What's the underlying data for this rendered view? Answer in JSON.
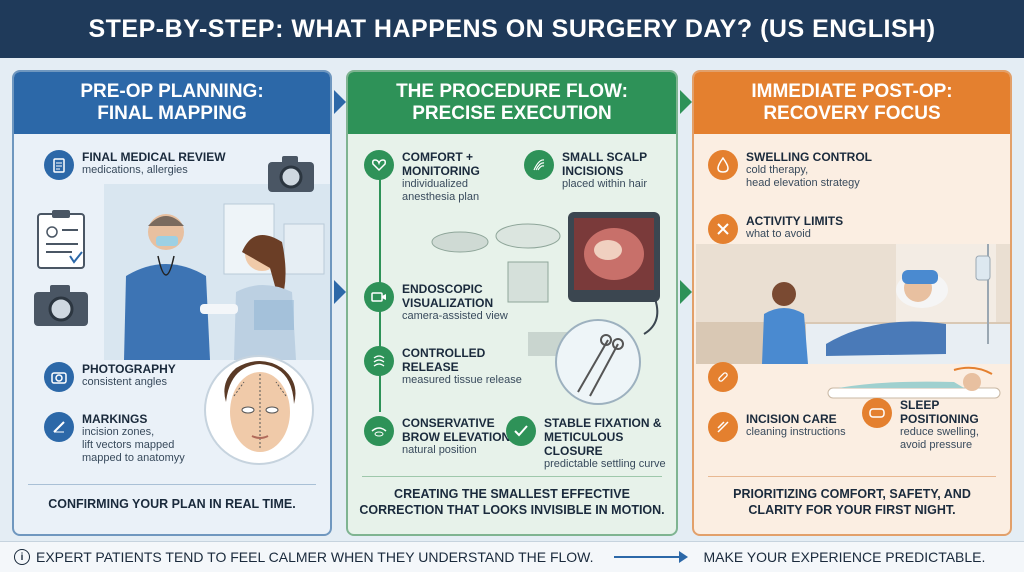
{
  "title": "STEP-BY-STEP: WHAT HAPPENS ON SURGERY DAY? (US ENGLISH)",
  "panels": [
    {
      "heading1": "PRE-OP PLANNING:",
      "heading2": "FINAL MAPPING",
      "steps": [
        {
          "title": "FINAL MEDICAL REVIEW",
          "desc": "medications, allergies"
        },
        {
          "title": "PHOTOGRAPHY",
          "desc": "consistent angles"
        },
        {
          "title": "MARKINGS",
          "desc1": "incision zones,",
          "desc2": "lift vectors mapped",
          "desc3": "mapped to anatomyy"
        }
      ],
      "footer": "CONFIRMING YOUR PLAN IN REAL TIME."
    },
    {
      "heading1": "THE PROCEDURE FLOW:",
      "heading2": "PRECISE EXECUTION",
      "steps": [
        {
          "title1": "COMFORT +",
          "title2": "MONITORING",
          "desc1": "individualized",
          "desc2": "anesthesia plan"
        },
        {
          "title1": "SMALL SCALP",
          "title2": "INCISIONS",
          "desc": "placed within hair"
        },
        {
          "title1": "ENDOSCOPIC",
          "title2": "VISUALIZATION",
          "desc": "camera-assisted view"
        },
        {
          "title1": "CONTROLLED",
          "title2": "RELEASE",
          "desc": "measured tissue release"
        },
        {
          "title1": "CONSERVATIVE",
          "title2": "BROW ELEVATION",
          "desc": "natural position"
        },
        {
          "title1": "STABLE FIXATION &",
          "title2": "METICULOUS CLOSURE",
          "desc": "predictable settling curve"
        }
      ],
      "footer1": "CREATING THE SMALLEST EFFECTIVE",
      "footer2": "CORRECTION THAT LOOKS INVISIBLE IN MOTION."
    },
    {
      "heading1": "IMMEDIATE POST-OP:",
      "heading2": "RECOVERY FOCUS",
      "steps": [
        {
          "title": "SWELLING CONTROL",
          "desc1": "cold therapy,",
          "desc2": "head elevation strategy"
        },
        {
          "title": "ACTIVITY LIMITS",
          "desc": "what to avoid"
        },
        {
          "title": "INCISION CARE",
          "desc": "cleaning instructions"
        },
        {
          "title1": "SLEEP",
          "title2": "POSITIONING",
          "desc1": "reduce swelling,",
          "desc2": "avoid pressure"
        }
      ],
      "footer1": "PRIORITIZING COMFORT, SAFETY, AND",
      "footer2": "CLARITY FOR YOUR FIRST NIGHT."
    }
  ],
  "bottom": {
    "left": "EXPERT PATIENTS TEND TO FEEL CALMER WHEN THEY UNDERSTAND THE FLOW.",
    "right": "MAKE YOUR EXPERIENCE PREDICTABLE."
  },
  "colors": {
    "blue": "#2c68a8",
    "green": "#2e9258",
    "orange": "#e4802f",
    "navy": "#1f3a5a"
  },
  "icons": [
    "clipboard-icon",
    "camera-icon",
    "pen-icon",
    "heart-hand-icon",
    "scalp-lines-icon",
    "video-camera-icon",
    "release-icon",
    "brow-icon",
    "check-icon",
    "droplet-icon",
    "cross-icon",
    "bandage-icon",
    "pillow-icon",
    "info-icon"
  ]
}
